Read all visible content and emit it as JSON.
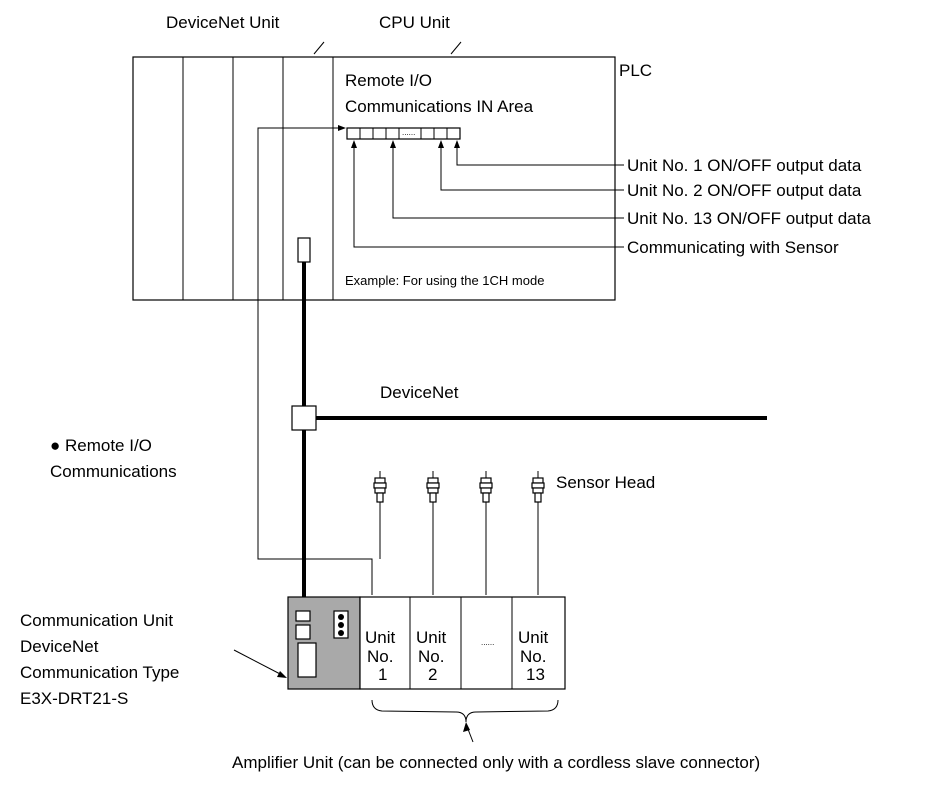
{
  "labels": {
    "devicenet_unit": "DeviceNet Unit",
    "cpu_unit": "CPU Unit",
    "plc": "PLC",
    "io_area_line1": "Remote I/O",
    "io_area_line2": "Communications IN Area",
    "dots": "......",
    "unit1_data": "Unit No. 1 ON/OFF output data",
    "unit2_data": "Unit No. 2 ON/OFF output data",
    "unit13_data": "Unit No. 13 ON/OFF output data",
    "communicating": "Communicating with Sensor",
    "example": "Example: For using the 1CH mode",
    "devicenet": "DeviceNet",
    "remote_io_line1": "● Remote I/O",
    "remote_io_line2": "Communications",
    "sensor_head": "Sensor Head",
    "comm_unit_line1": "Communication Unit",
    "comm_unit_line2": "DeviceNet",
    "comm_unit_line3": "Communication Type",
    "comm_unit_line4": "E3X-DRT21-S",
    "amplifier_unit": "Amplifier Unit (can be connected only with a cordless slave connector)"
  },
  "amp_units": [
    {
      "line1": "Unit",
      "line2": "No.",
      "line3": "1"
    },
    {
      "line1": "Unit",
      "line2": "No.",
      "line3": "2"
    },
    {
      "line1": "",
      "line2": "......",
      "line3": ""
    },
    {
      "line1": "Unit",
      "line2": "No.",
      "line3": "13"
    }
  ],
  "colors": {
    "comm_unit_fill": "#a9a9a9",
    "line": "#000000"
  }
}
